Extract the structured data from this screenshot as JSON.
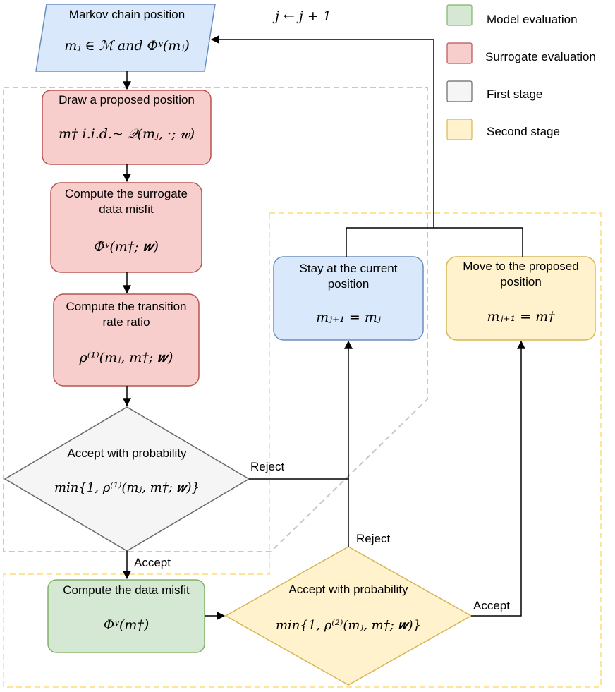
{
  "nodes": {
    "markov": {
      "title": "Markov chain position",
      "formula": "mⱼ ∈ ℳ and Φʸ(mⱼ)"
    },
    "draw": {
      "title": "Draw a proposed position",
      "formula": "m† i.i.d.~ 𝒬(mⱼ, ·; 𝒘)"
    },
    "surrogate": {
      "title_line1": "Compute the surrogate",
      "title_line2": "data misfit",
      "formula": "Φ̃ʸ(m†; 𝒘)"
    },
    "ratio": {
      "title_line1": "Compute the transition",
      "title_line2": "rate ratio",
      "formula": "ρ⁽¹⁾(mⱼ, m†; 𝒘)"
    },
    "accept1": {
      "title": "Accept with probability",
      "formula": "min{1, ρ⁽¹⁾(mⱼ, m†; 𝒘)}"
    },
    "stay": {
      "title_line1": "Stay at the current",
      "title_line2": "position",
      "formula": "mⱼ₊₁ = mⱼ"
    },
    "move": {
      "title_line1": "Move to the proposed",
      "title_line2": "position",
      "formula": "mⱼ₊₁ = m†"
    },
    "misfit": {
      "title": "Compute the data misfit",
      "formula": "Φʸ(m†)"
    },
    "accept2": {
      "title": "Accept with probability",
      "formula": "min{1, ρ⁽²⁾(mⱼ, m†; 𝒘)}"
    }
  },
  "edges": {
    "update": "j ← j + 1",
    "reject1": "Reject",
    "accept1": "Accept",
    "reject2": "Reject",
    "accept2": "Accept"
  },
  "legend": [
    {
      "label": "Model evaluation",
      "fill": "#d5e8d4",
      "stroke": "#82b366"
    },
    {
      "label": "Surrogate evaluation",
      "fill": "#f8cecc",
      "stroke": "#b85450"
    },
    {
      "label": "First stage",
      "fill": "#f5f5f5",
      "stroke": "#666666"
    },
    {
      "label": "Second stage",
      "fill": "#fff2cc",
      "stroke": "#d6b656"
    }
  ],
  "colors": {
    "blue_fill": "#dae8fc",
    "blue_stroke": "#6c8ebf",
    "red_fill": "#f8cecc",
    "red_stroke": "#b85450",
    "gray_fill": "#f5f5f5",
    "gray_stroke": "#666666",
    "yellow_fill": "#fff2cc",
    "yellow_stroke": "#d6b656",
    "green_fill": "#d5e8d4",
    "green_stroke": "#82b366",
    "first_stage_border": "#c8c8c8",
    "second_stage_border": "#ffe599"
  }
}
